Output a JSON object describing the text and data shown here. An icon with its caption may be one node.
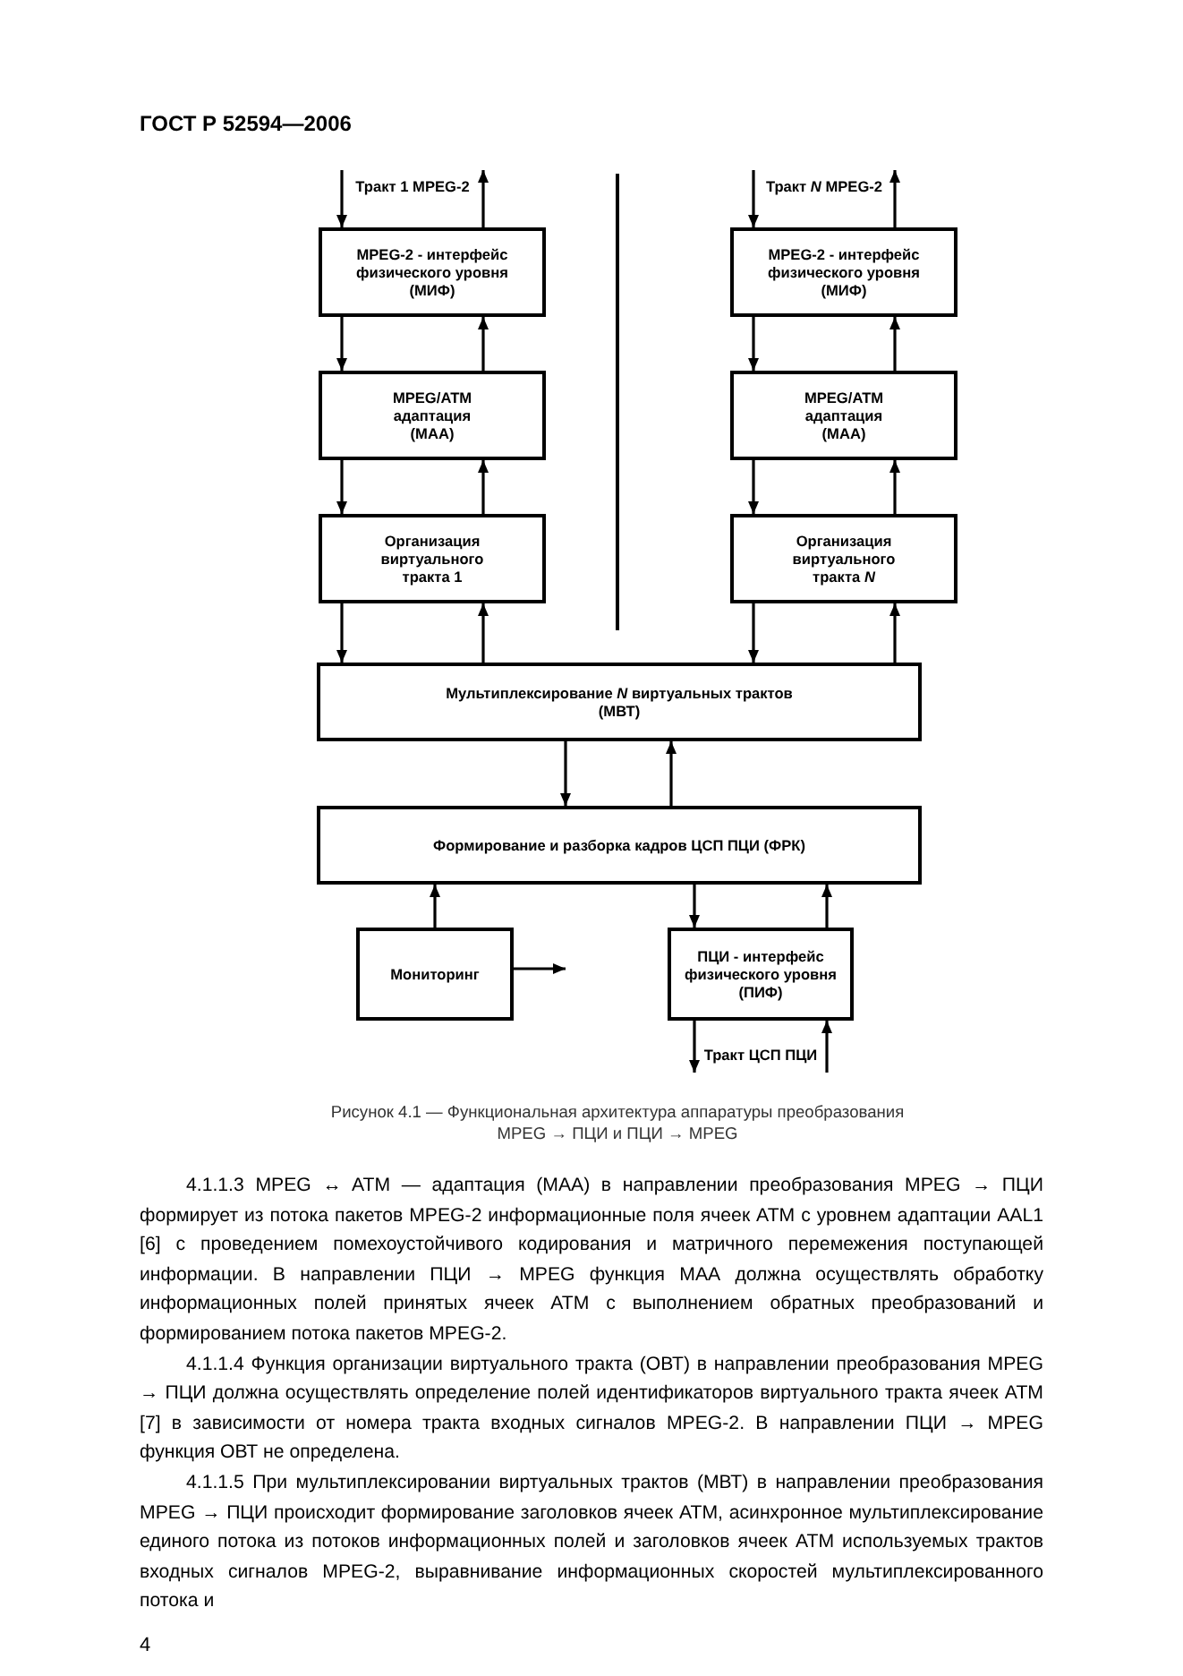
{
  "diagram": {
    "caption": "Рисунок 4.1 — Функциональная архитектура аппаратуры преобразования MPEG → ПЦИ и ПЦИ → MPEG",
    "nodes": [
      {
        "text": [
          "Тракт 1 MPEG-2"
        ]
      },
      {
        "text": [
          "MPEG-2 - интерфейс физического уровня (МИФ)"
        ]
      },
      {
        "text": [
          "MPEG/ATM адаптация (МАА)"
        ]
      },
      {
        "text": [
          "Организация виртуального тракта 1"
        ]
      },
      {
        "text": [
          "Тракт *N* MPEG-2"
        ]
      },
      {
        "text": [
          "MPEG-2 - интерфейс физического уровня (МИФ)"
        ]
      },
      {
        "text": [
          "MPEG/ATM адаптация (МАА)"
        ]
      },
      {
        "text": [
          "Организация виртуального тракта *N*"
        ]
      },
      {
        "text": [
          "Мультиплексирование *N* виртуальных трактов (МВТ)"
        ]
      },
      {
        "text": [
          "Формирование и разборка кадров ЦСП ПЦИ (ФРК)"
        ]
      },
      {
        "text": [
          "Мониторинг"
        ]
      },
      {
        "text": [
          "ПЦИ - интерфейс физического уровня (ПИФ)"
        ]
      },
      {
        "text": [
          "Тракт ЦСП ПЦИ"
        ]
      }
    ],
    "edges": [
      {
        "from": 0,
        "to": 1,
        "arrow": "to"
      },
      {
        "from": 1,
        "to": 0,
        "arrow": "to"
      },
      {
        "from": 1,
        "to": 2,
        "arrow": "to"
      },
      {
        "from": 2,
        "to": 1,
        "arrow": "to"
      },
      {
        "from": 2,
        "to": 3,
        "arrow": "to"
      },
      {
        "from": 3,
        "to": 2,
        "arrow": "to"
      },
      {
        "from": 3,
        "to": 8,
        "arrow": "to"
      },
      {
        "from": 8,
        "to": 3,
        "arrow": "to"
      },
      {
        "from": 4,
        "to": 5,
        "arrow": "to"
      },
      {
        "from": 5,
        "to": 4,
        "arrow": "to"
      },
      {
        "from": 5,
        "to": 6,
        "arrow": "to"
      },
      {
        "from": 6,
        "to": 5,
        "arrow": "to"
      },
      {
        "from": 6,
        "to": 7,
        "arrow": "to"
      },
      {
        "from": 7,
        "to": 6,
        "arrow": "to"
      },
      {
        "from": 7,
        "to": 8,
        "arrow": "to"
      },
      {
        "from": 8,
        "to": 7,
        "arrow": "to"
      },
      {
        "from": 8,
        "to": 9,
        "arrow": "to"
      },
      {
        "from": 9,
        "to": 8,
        "arrow": "to"
      },
      {
        "from": 10,
        "to": 9,
        "arrow": "to"
      },
      {
        "from": 10,
        "to": null,
        "arrow": "to"
      },
      {
        "from": 9,
        "to": 11,
        "arrow": "to"
      },
      {
        "from": 11,
        "to": 9,
        "arrow": "to"
      },
      {
        "from": 11,
        "to": 12,
        "arrow": "to"
      },
      {
        "from": 12,
        "to": 11,
        "arrow": "to"
      }
    ],
    "labels": [
      "ГОСТ Р 52594—2006",
      "4.1.1.3 MPEG ↔ ATM — адаптация (МАА) в направлении преобразования MPEG → ПЦИ формирует из потока пакетов MPEG-2 информационные поля ячеек ATM с уровнем адаптации AAL1 [6] с проведением помехоустойчивого кодирования и матричного перемежения поступающей информации. В направлении ПЦИ → MPEG функция МАА должна осуществлять обработку информационных полей принятых ячеек ATM с выполнением обратных преобразований и формированием потока пакетов MPEG-2.",
      "4.1.1.4 Функция организации виртуального тракта (ОВТ) в направлении преобразования MPEG → ПЦИ должна осуществлять определение полей идентификаторов виртуального тракта ячеек ATM [7] в зависимости от номера тракта входных сигналов MPEG-2. В направлении ПЦИ → MPEG функция ОВТ не определена.",
      "4.1.1.5 При мультиплексировании виртуальных трактов (МВТ) в направлении преобразования MPEG → ПЦИ происходит формирование заголовков ячеек ATM, асинхронное мультиплексирование единого потока из потоков информационных полей и заголовков ячеек ATM используемых трактов входных сигналов MPEG-2, выравнивание информационных скоростей мультиплексированного потока и",
      "4"
    ]
  }
}
